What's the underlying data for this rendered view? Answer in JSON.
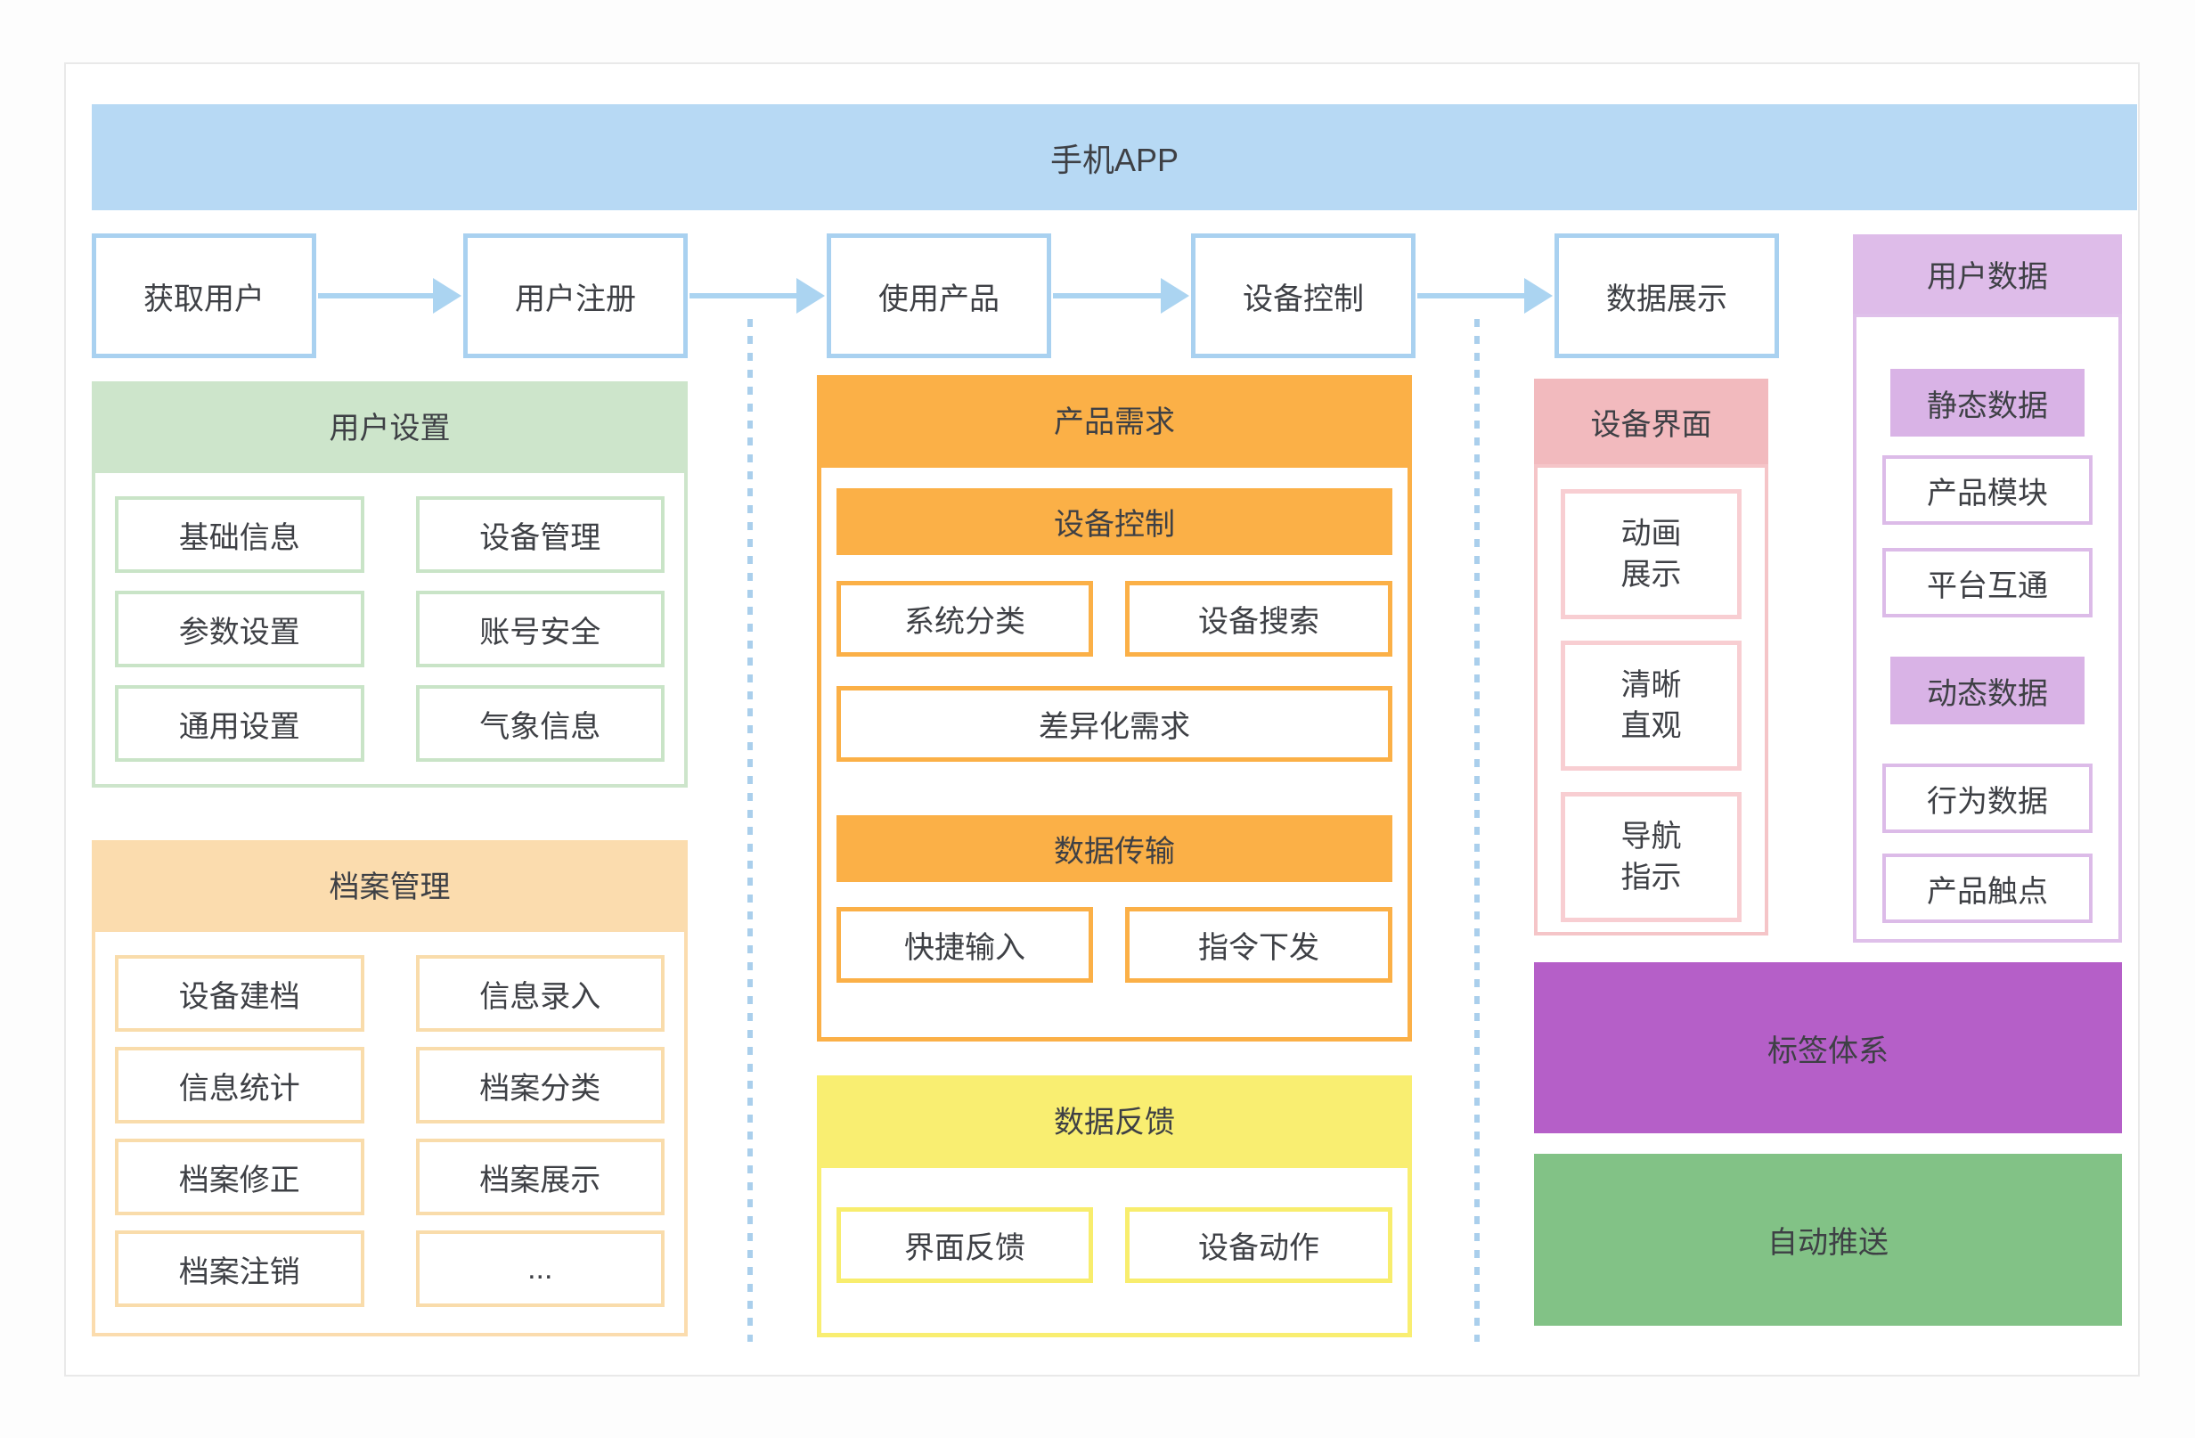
{
  "banner": {
    "title": "手机APP"
  },
  "flow": {
    "steps": [
      "获取用户",
      "用户注册",
      "使用产品",
      "设备控制",
      "数据展示"
    ]
  },
  "user_settings": {
    "title": "用户设置",
    "items": [
      "基础信息",
      "设备管理",
      "参数设置",
      "账号安全",
      "通用设置",
      "气象信息"
    ]
  },
  "archive_mgmt": {
    "title": "档案管理",
    "items": [
      "设备建档",
      "信息录入",
      "信息统计",
      "档案分类",
      "档案修正",
      "档案展示",
      "档案注销",
      "..."
    ]
  },
  "product_requirements": {
    "title": "产品需求",
    "sections": [
      {
        "title": "设备控制",
        "items": [
          "系统分类",
          "设备搜索"
        ],
        "wide_item": "差异化需求"
      },
      {
        "title": "数据传输",
        "items": [
          "快捷输入",
          "指令下发"
        ]
      }
    ]
  },
  "data_feedback": {
    "title": "数据反馈",
    "items": [
      "界面反馈",
      "设备动作"
    ]
  },
  "device_ui": {
    "title": "设备界面",
    "items": [
      "动画\n展示",
      "清晰\n直观",
      "导航\n指示"
    ]
  },
  "user_data": {
    "title": "用户数据",
    "groups": [
      {
        "header": "静态数据",
        "items": [
          "产品模块",
          "平台互通"
        ]
      },
      {
        "header": "动态数据",
        "items": [
          "行为数据",
          "产品触点"
        ]
      }
    ]
  },
  "tag_system": {
    "title": "标签体系"
  },
  "auto_push": {
    "title": "自动推送"
  },
  "colors": {
    "banner_blue": "#b7d9f4",
    "flow_border_blue": "#a9d1f0",
    "arrow_blue": "#abd4f1",
    "dashed_line_blue": "#aacfec",
    "green_light": "#cde5cb",
    "peach": "#fbdcae",
    "orange": "#fbb047",
    "yellow": "#f9ee71",
    "pink": "#f2babe",
    "purple_light": "#debce9",
    "purple_fill": "#d9b3e6",
    "violet_block": "#b55fc8",
    "green_block": "#82c286",
    "text": "#3e4045"
  }
}
